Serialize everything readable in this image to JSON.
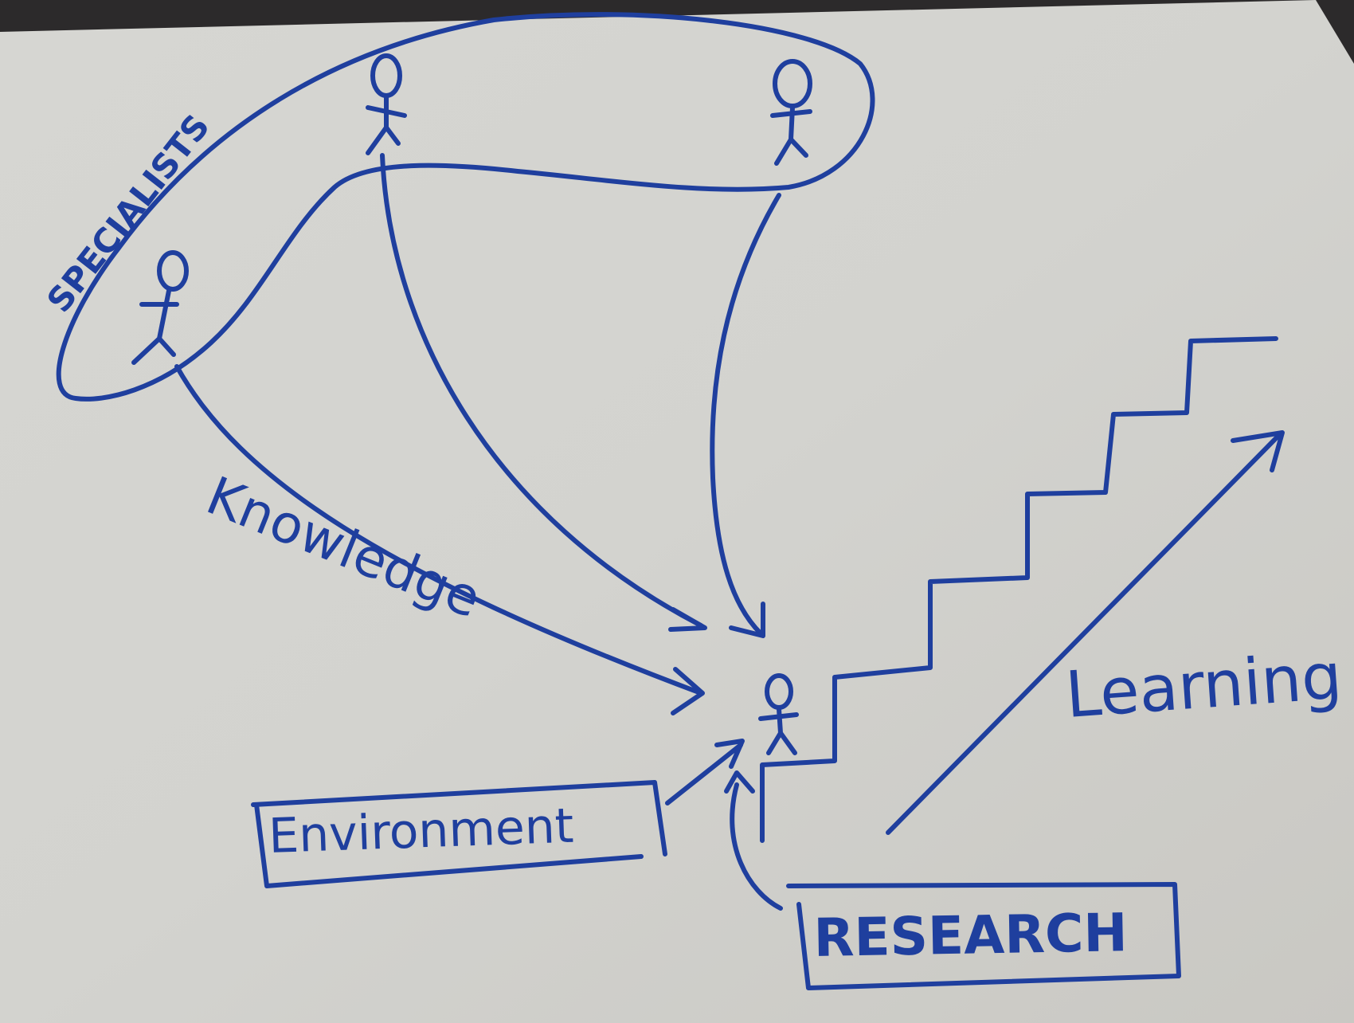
{
  "colors": {
    "ink": "#1f3f9e",
    "paper": "#d2d2cd",
    "background": "#2c2a2b"
  },
  "labels": {
    "specialists": "SPECIALISTS",
    "knowledge": "Knowledge",
    "learning": "Learning",
    "environment": "Environment",
    "research": "RESEARCH"
  },
  "icons": {
    "people": "stick-figure-icon",
    "stairs": "staircase-icon",
    "arrow": "arrow-icon"
  }
}
